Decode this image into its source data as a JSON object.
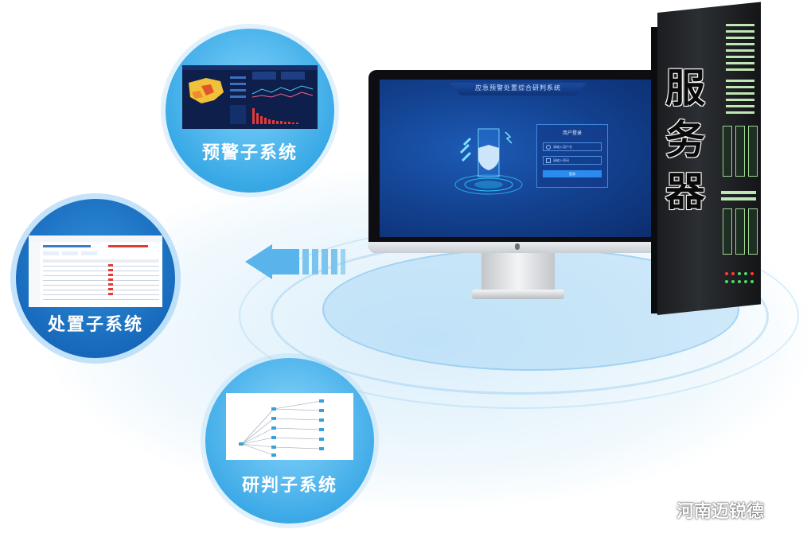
{
  "subsystems": {
    "warning": {
      "label": "预警子系统"
    },
    "disposal": {
      "label": "处置子系统"
    },
    "analysis": {
      "label": "研判子系统"
    }
  },
  "monitor": {
    "system_title": "应急预警处置综合研判系统",
    "login": {
      "title": "用户登录",
      "username_placeholder": "请输入用户名",
      "password_placeholder": "请输入密码",
      "submit_label": "登录"
    }
  },
  "server": {
    "label_chars": [
      "服",
      "务",
      "器"
    ]
  },
  "watermark": {
    "text": "河南迈锐德"
  },
  "colors": {
    "accent": "#39a9e6",
    "deep_blue": "#1565b8",
    "screen_blue": "#123f8c",
    "rack_green": "#bfe6b5"
  },
  "icons": [
    "arrow-left-icon",
    "shield-icon",
    "user-icon",
    "lock-icon",
    "wechat-icon",
    "apple-logo-icon"
  ]
}
